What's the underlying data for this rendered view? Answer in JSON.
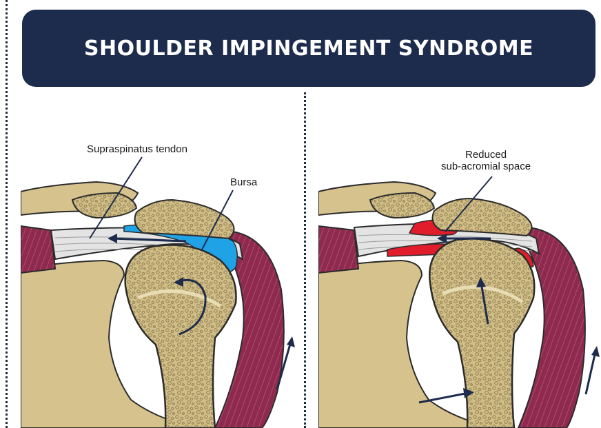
{
  "header": {
    "title": "SHOULDER IMPINGEMENT SYNDROME"
  },
  "left_panel": {
    "label_tendon": "Supraspinatus tendon",
    "label_bursa": "Bursa"
  },
  "right_panel": {
    "label_line1": "Reduced",
    "label_line2": "sub-acromial space"
  },
  "colors": {
    "navy": "#1d2b4c",
    "bone": "#d6c28d",
    "bone_outline": "#2b2b2b",
    "cortex": "#e8dcb4",
    "muscle": "#8e2a4e",
    "tendon": "#e4e4e4",
    "bursa": "#1fa3e6",
    "inflamed": "#e21d2b",
    "arrow": "#1d2b4c"
  }
}
